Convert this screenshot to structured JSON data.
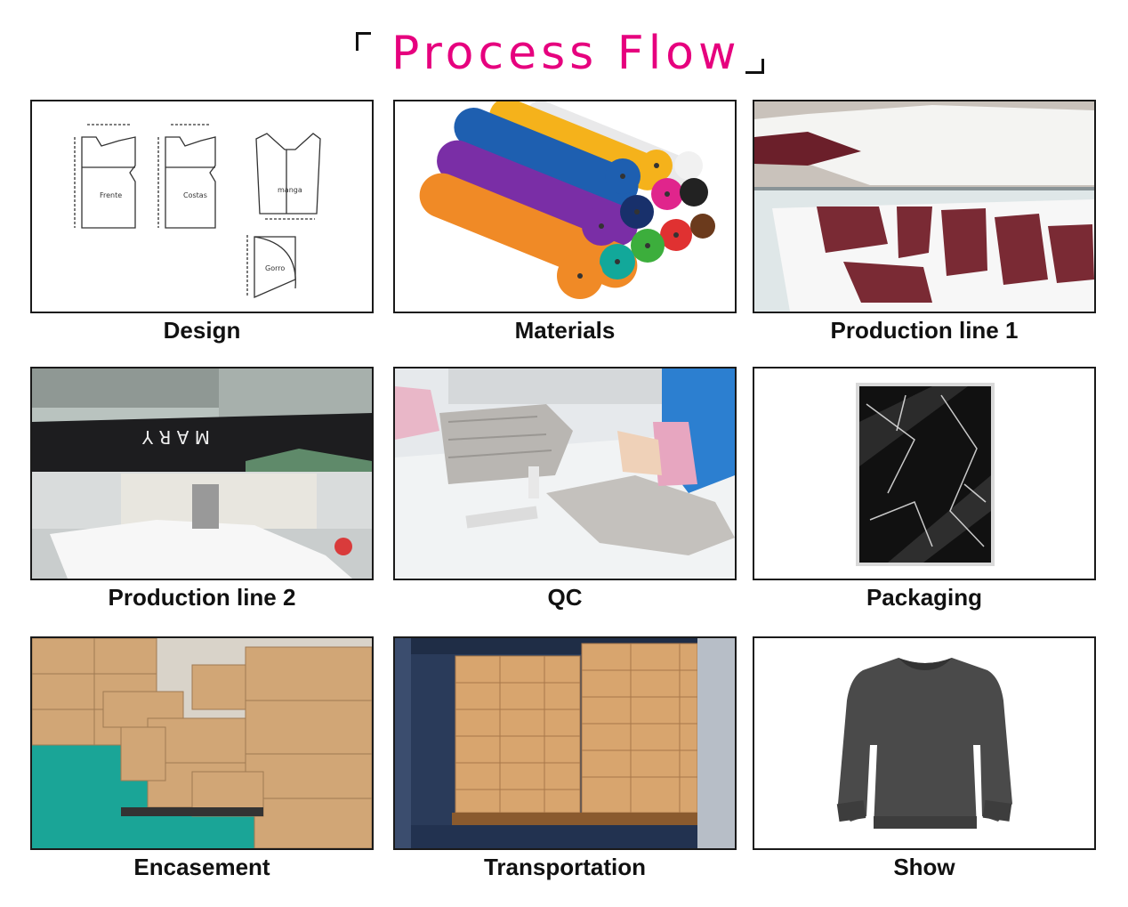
{
  "title": "Process Flow",
  "steps": [
    {
      "label": "Design",
      "image": "pattern-drawing"
    },
    {
      "label": "Materials",
      "image": "fabric-rolls"
    },
    {
      "label": "Production line 1",
      "image": "fabric-cutting"
    },
    {
      "label": "Production line 2",
      "image": "printing-sewing"
    },
    {
      "label": "QC",
      "image": "quality-inspection"
    },
    {
      "label": "Packaging",
      "image": "bagged-garment"
    },
    {
      "label": "Encasement",
      "image": "warehouse-cartons"
    },
    {
      "label": "Transportation",
      "image": "container-loading"
    },
    {
      "label": "Show",
      "image": "sweatshirt"
    }
  ],
  "colors": {
    "title": "#e6007e",
    "border": "#1a1a1a"
  }
}
